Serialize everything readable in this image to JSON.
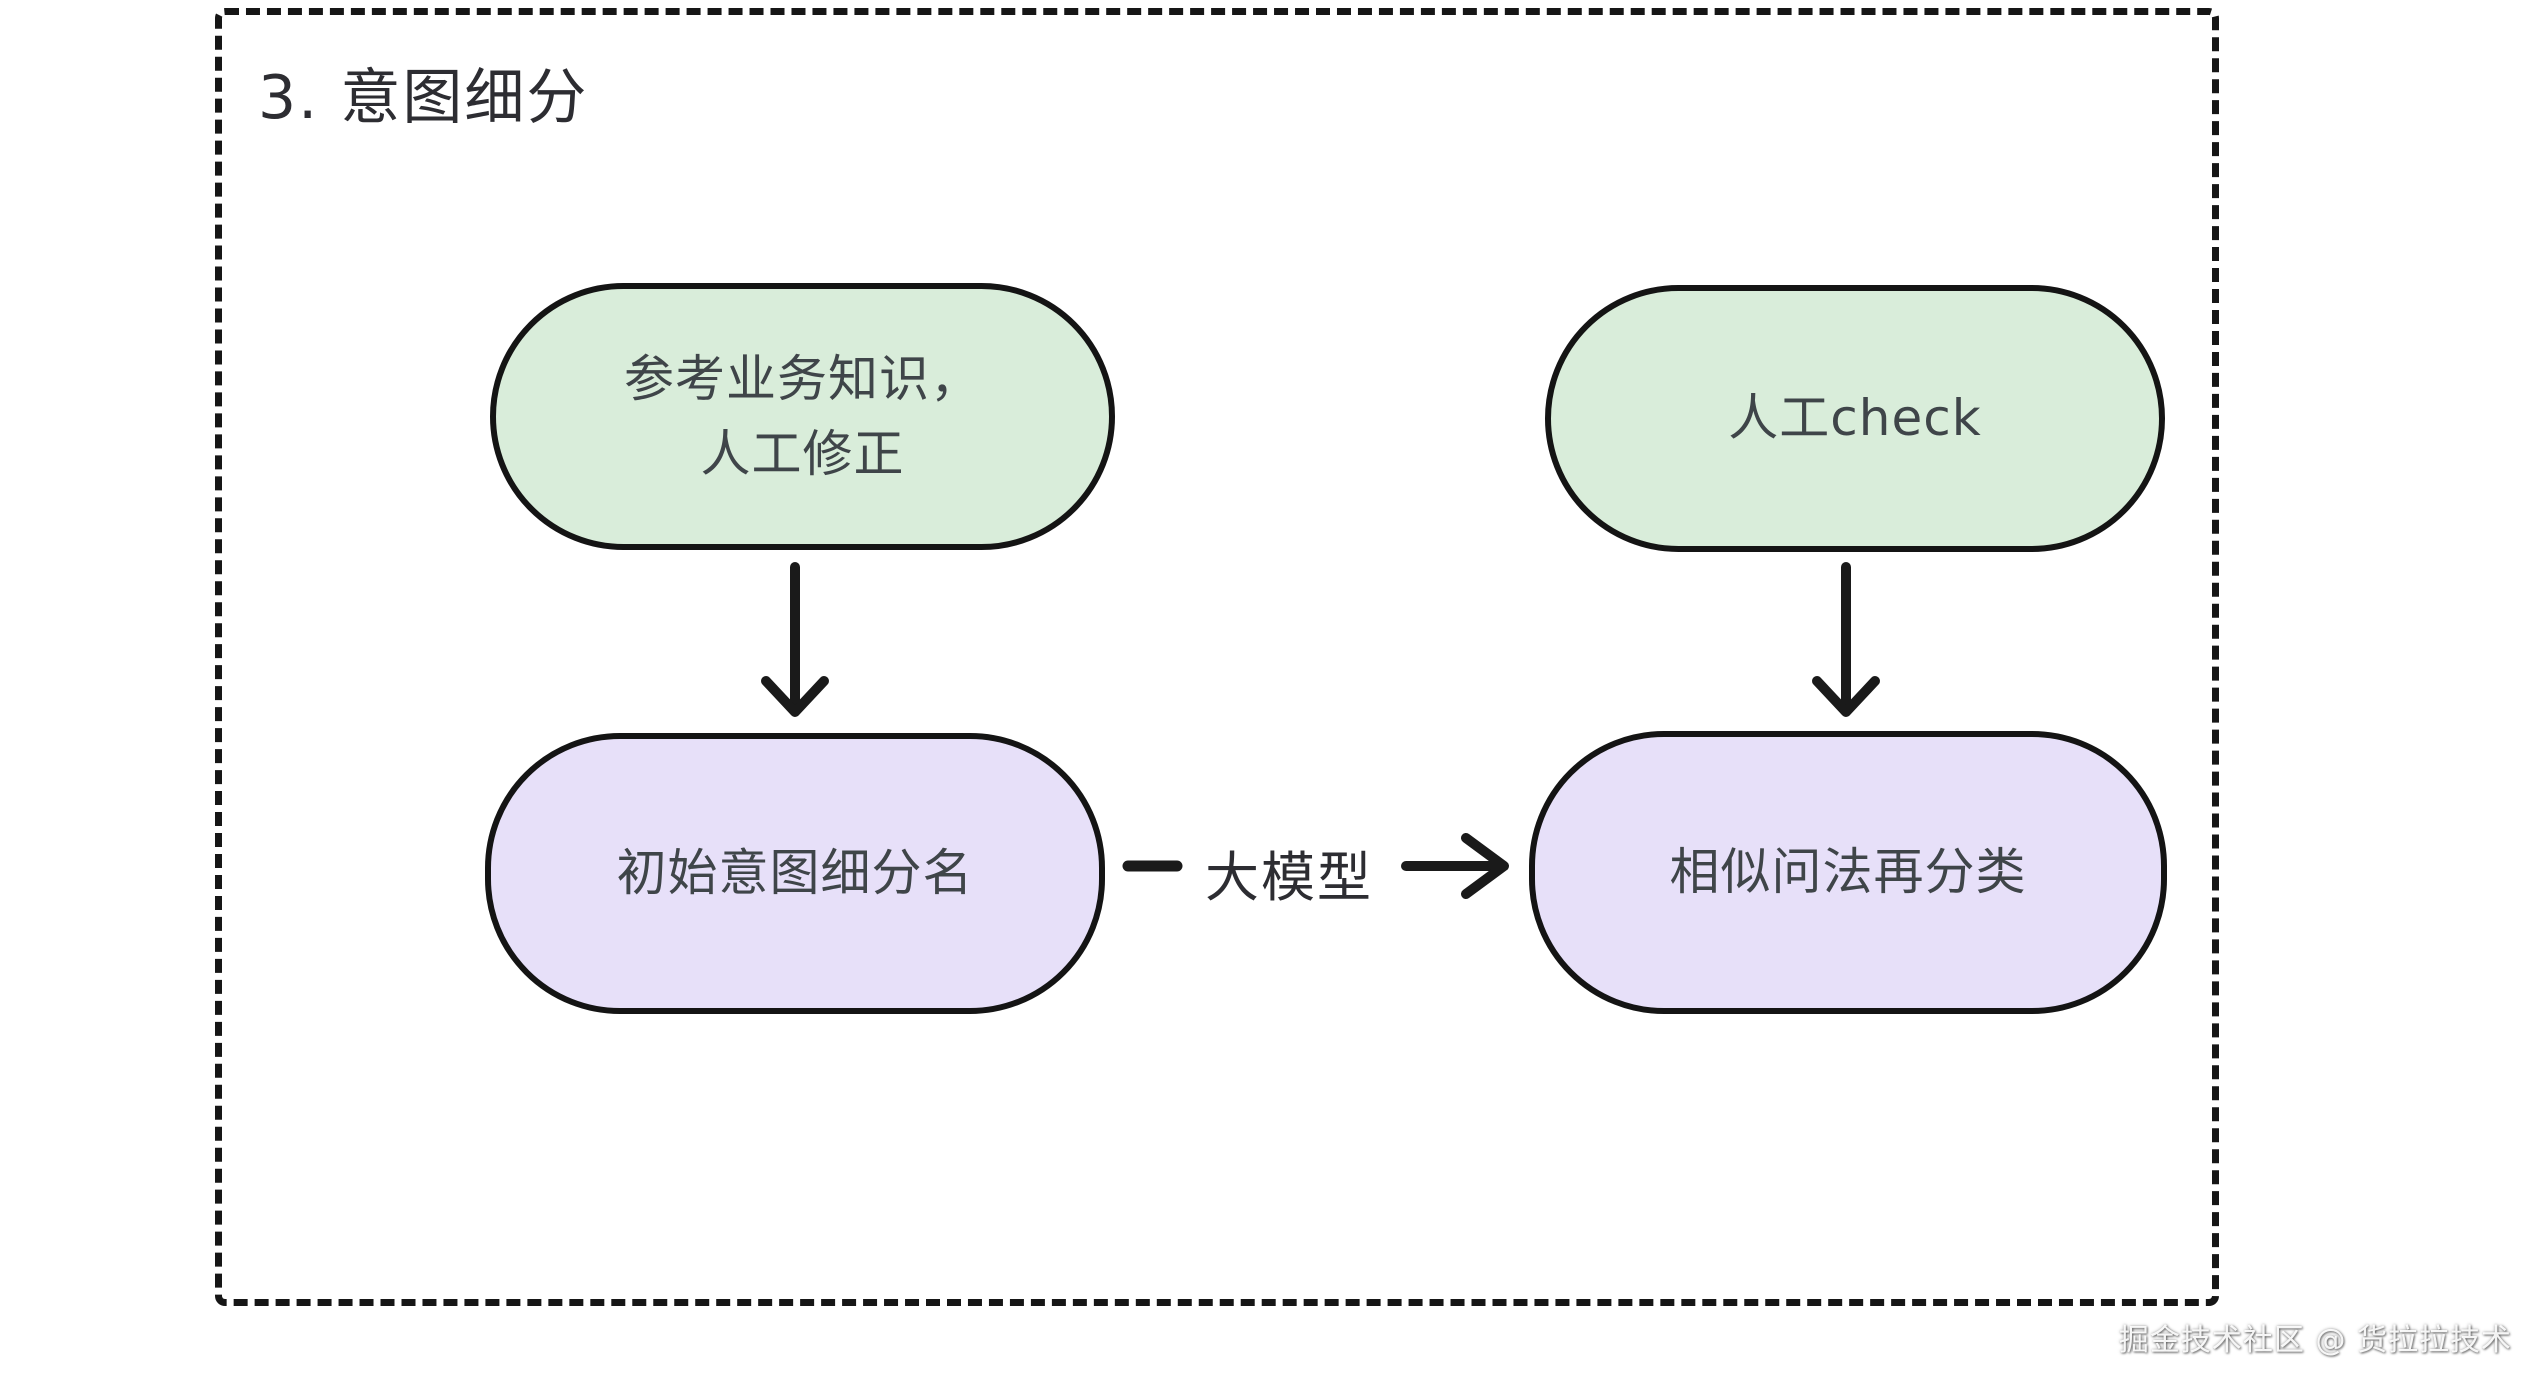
{
  "title": "3. 意图细分",
  "watermark": "掘金技术社区 @ 货拉拉技术",
  "colors": {
    "background": "#ffffff",
    "frame_border": "#161616",
    "node_border": "#141414",
    "node_green_fill": "#d9edda",
    "node_purple_fill": "#e7e0f9",
    "node_text": "#3f4549",
    "title_text": "#2d2d32",
    "arrow_stroke": "#1a1a1a"
  },
  "nodes": [
    {
      "id": "reference-knowledge",
      "label": "参考业务知识，\n人工修正",
      "fill": "#d9edda",
      "position": "top-left"
    },
    {
      "id": "manual-check",
      "label": "人工check",
      "fill": "#d9edda",
      "position": "top-right"
    },
    {
      "id": "initial-intent-name",
      "label": "初始意图细分名",
      "fill": "#e7e0f9",
      "position": "bottom-left"
    },
    {
      "id": "similar-question-reclassify",
      "label": "相似问法再分类",
      "fill": "#e7e0f9",
      "position": "bottom-right"
    }
  ],
  "edges": [
    {
      "from": "reference-knowledge",
      "to": "initial-intent-name",
      "label": "",
      "direction": "down"
    },
    {
      "from": "manual-check",
      "to": "similar-question-reclassify",
      "label": "",
      "direction": "down"
    },
    {
      "from": "initial-intent-name",
      "to": "similar-question-reclassify",
      "label": "大模型",
      "direction": "right"
    }
  ]
}
